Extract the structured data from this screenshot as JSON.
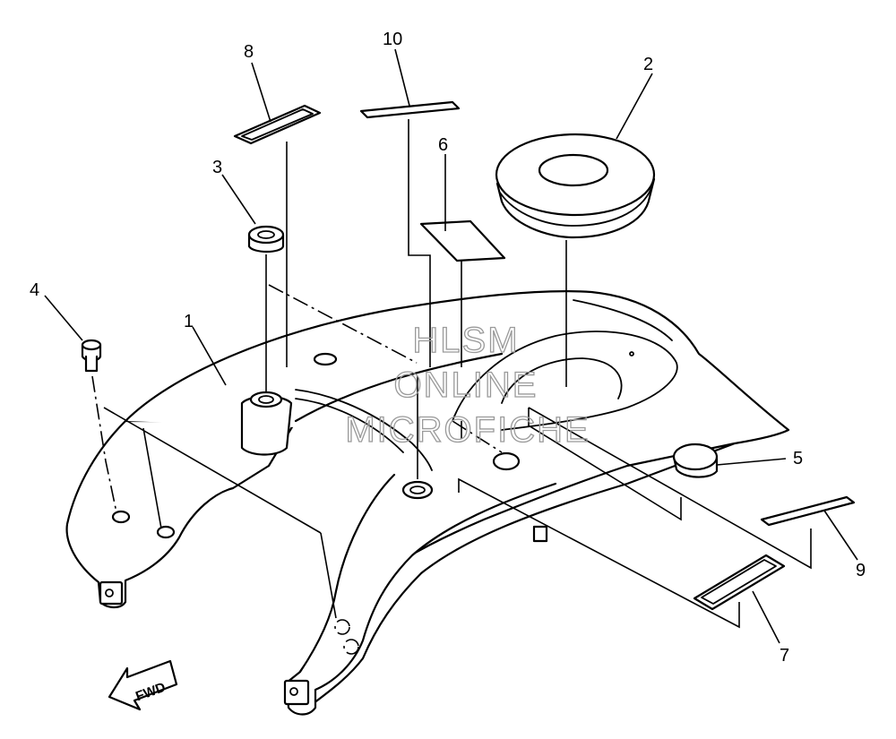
{
  "callouts": [
    {
      "id": "1",
      "label": "1"
    },
    {
      "id": "2",
      "label": "2"
    },
    {
      "id": "3",
      "label": "3"
    },
    {
      "id": "4",
      "label": "4"
    },
    {
      "id": "5",
      "label": "5"
    },
    {
      "id": "6",
      "label": "6"
    },
    {
      "id": "7",
      "label": "7"
    },
    {
      "id": "8",
      "label": "8"
    },
    {
      "id": "9",
      "label": "9"
    },
    {
      "id": "10",
      "label": "10"
    }
  ],
  "watermark": {
    "line1": "HLSM",
    "line2": "ONLINE",
    "line3": "MICROFICHE"
  },
  "direction_arrow": {
    "label": "FWD"
  }
}
